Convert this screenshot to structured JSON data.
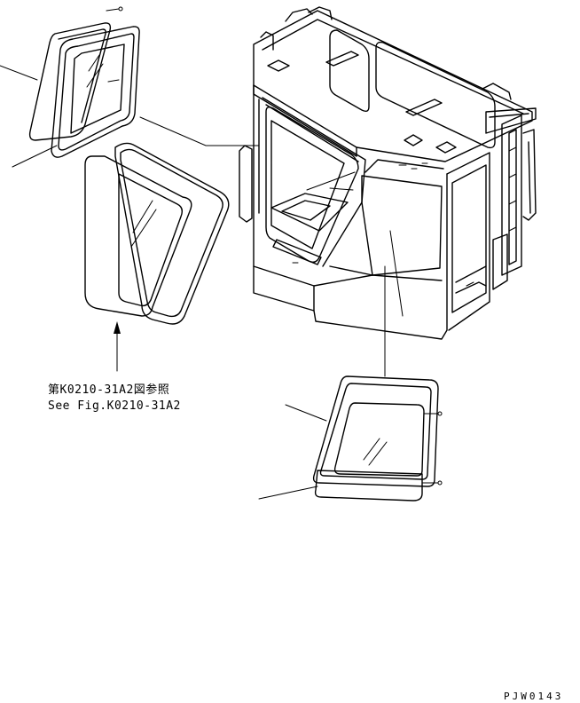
{
  "reference_note": {
    "line_ja": "第K0210-31A2図参照",
    "line_en": "See Fig.K0210-31A2"
  },
  "drawing_code": "PJW0143",
  "colors": {
    "ink": "#000000",
    "paper": "#ffffff"
  }
}
